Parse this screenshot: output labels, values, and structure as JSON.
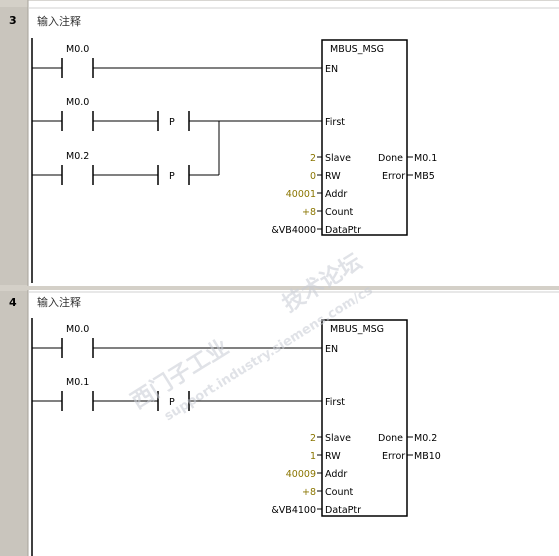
{
  "networks": [
    {
      "number": "3",
      "comment": "输入注释",
      "contacts": [
        "M0.0",
        "M0.0",
        "M0.2"
      ],
      "p_labels": [
        "P",
        "P"
      ],
      "block": {
        "title": "MBUS_MSG",
        "left_pins": [
          "EN",
          "First",
          "Slave",
          "RW",
          "Addr",
          "Count",
          "DataPtr"
        ],
        "right_pins": [
          "Done",
          "Error"
        ],
        "inputs": {
          "slave": "2",
          "rw": "0",
          "addr": "40001",
          "count": "+8",
          "dataptr": "&VB4000"
        },
        "outputs": {
          "done": "M0.1",
          "error": "MB5"
        }
      }
    },
    {
      "number": "4",
      "comment": "输入注释",
      "contacts": [
        "M0.0",
        "M0.1"
      ],
      "p_labels": [
        "P"
      ],
      "block": {
        "title": "MBUS_MSG",
        "left_pins": [
          "EN",
          "First",
          "Slave",
          "RW",
          "Addr",
          "Count",
          "DataPtr"
        ],
        "right_pins": [
          "Done",
          "Error"
        ],
        "inputs": {
          "slave": "2",
          "rw": "1",
          "addr": "40009",
          "count": "+8",
          "dataptr": "&VB4100"
        },
        "outputs": {
          "done": "M0.2",
          "error": "MB10"
        }
      }
    }
  ],
  "watermark": {
    "main": "西门子工业",
    "sub": "support.industry.siemens.com/cs",
    "tail": "技术论坛"
  },
  "colors": {
    "gutter": "#d4d0c8",
    "ladder": "#000000",
    "olive_value": "#8a7500"
  }
}
